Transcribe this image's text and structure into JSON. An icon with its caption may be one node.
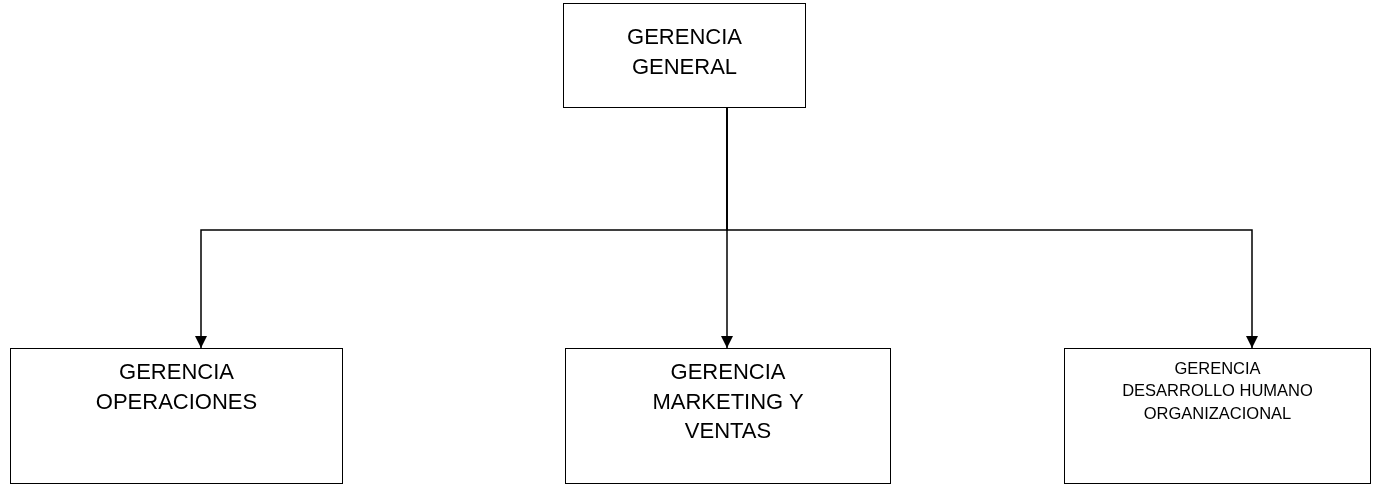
{
  "diagram": {
    "nodes": [
      {
        "text": [
          "GERENCIA GENERAL"
        ]
      },
      {
        "text": [
          "GERENCIA OPERACIONES"
        ]
      },
      {
        "text": [
          "GERENCIA MARKETING Y VENTAS"
        ]
      },
      {
        "text": [
          "GERENCIA DESARROLLO HUMANO ORGANIZACIONAL"
        ]
      }
    ],
    "edges": [
      {
        "from": 0,
        "to": 1,
        "arrow": "to"
      },
      {
        "from": 0,
        "to": 2,
        "arrow": "to"
      },
      {
        "from": 0,
        "to": 3,
        "arrow": "to"
      }
    ]
  }
}
